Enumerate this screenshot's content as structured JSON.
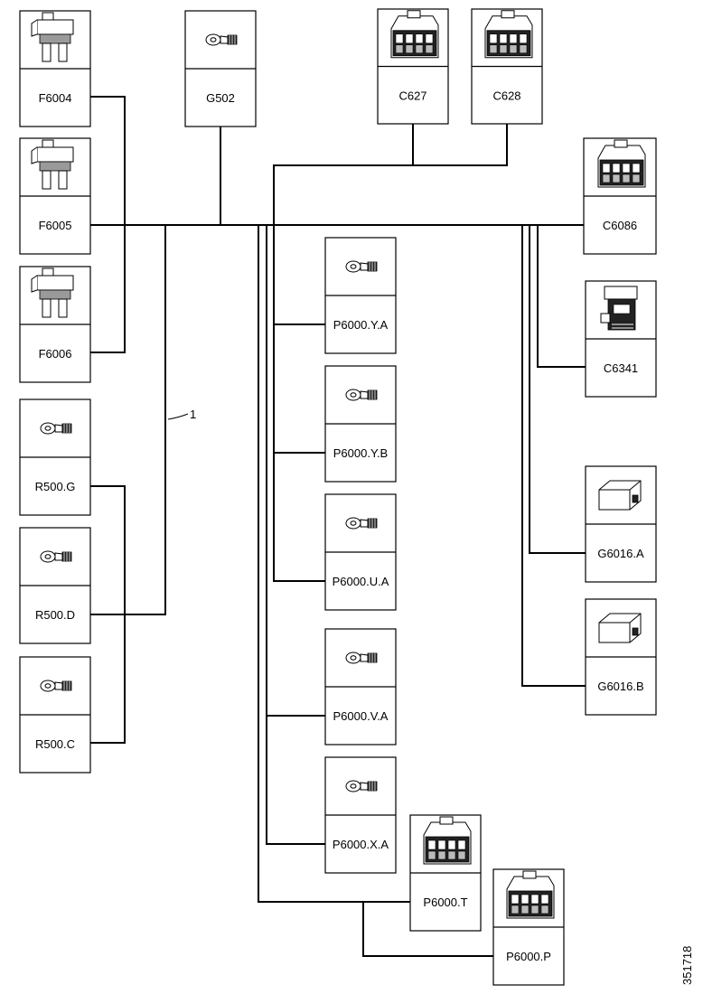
{
  "callout": "1",
  "doc_code": "351718",
  "components": [
    {
      "id": "F6004",
      "label": "F6004",
      "icon": "fuse-icon"
    },
    {
      "id": "F6005",
      "label": "F6005",
      "icon": "fuse-icon"
    },
    {
      "id": "F6006",
      "label": "F6006",
      "icon": "fuse-icon"
    },
    {
      "id": "G502",
      "label": "G502",
      "icon": "ring-terminal-icon"
    },
    {
      "id": "C627",
      "label": "C627",
      "icon": "multi-pin-connector-icon"
    },
    {
      "id": "C628",
      "label": "C628",
      "icon": "multi-pin-connector-icon"
    },
    {
      "id": "C6086",
      "label": "C6086",
      "icon": "multi-pin-connector-icon"
    },
    {
      "id": "C6341",
      "label": "C6341",
      "icon": "latch-connector-icon"
    },
    {
      "id": "R500G",
      "label": "R500.G",
      "icon": "ring-terminal-icon"
    },
    {
      "id": "R500D",
      "label": "R500.D",
      "icon": "ring-terminal-icon"
    },
    {
      "id": "R500C",
      "label": "R500.C",
      "icon": "ring-terminal-icon"
    },
    {
      "id": "P6000YA",
      "label": "P6000.Y.A",
      "icon": "ring-terminal-icon"
    },
    {
      "id": "P6000YB",
      "label": "P6000.Y.B",
      "icon": "ring-terminal-icon"
    },
    {
      "id": "P6000UA",
      "label": "P6000.U.A",
      "icon": "ring-terminal-icon"
    },
    {
      "id": "P6000VA",
      "label": "P6000.V.A",
      "icon": "ring-terminal-icon"
    },
    {
      "id": "P6000XA",
      "label": "P6000.X.A",
      "icon": "ring-terminal-icon"
    },
    {
      "id": "G6016A",
      "label": "G6016.A",
      "icon": "bullet-connector-icon"
    },
    {
      "id": "G6016B",
      "label": "G6016.B",
      "icon": "bullet-connector-icon"
    },
    {
      "id": "P6000T",
      "label": "P6000.T",
      "icon": "multi-pin-connector-icon"
    },
    {
      "id": "P6000P",
      "label": "P6000.P",
      "icon": "multi-pin-connector-icon"
    }
  ]
}
